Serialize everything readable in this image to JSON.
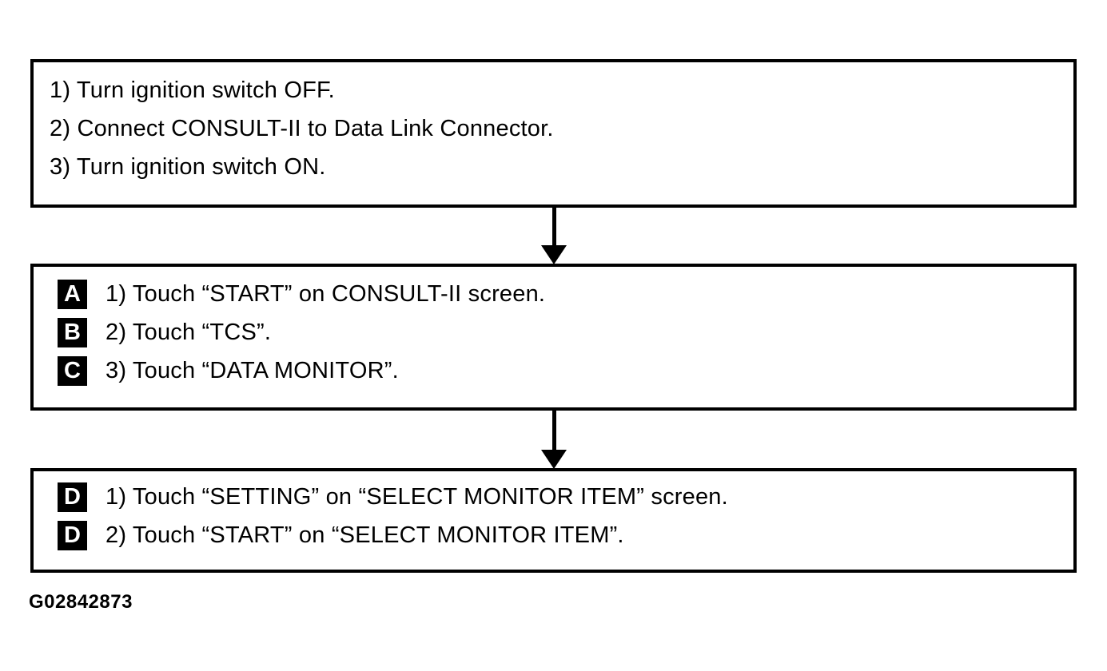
{
  "caption": "G02842873",
  "colors": {
    "ink": "#000000",
    "background": "#ffffff",
    "badge_background": "#000000",
    "badge_text": "#ffffff"
  },
  "boxes": [
    {
      "steps": [
        {
          "text": "1) Turn ignition switch OFF."
        },
        {
          "text": "2) Connect CONSULT-II to Data Link Connector."
        },
        {
          "text": "3) Turn ignition switch ON."
        }
      ]
    },
    {
      "steps": [
        {
          "label": "A",
          "text": "1) Touch “START” on CONSULT-II screen."
        },
        {
          "label": "B",
          "text": "2) Touch “TCS”."
        },
        {
          "label": "C",
          "text": "3) Touch “DATA MONITOR”."
        }
      ]
    },
    {
      "steps": [
        {
          "label": "D",
          "text": "1) Touch “SETTING” on “SELECT MONITOR ITEM” screen."
        },
        {
          "label": "D",
          "text": "2) Touch “START” on “SELECT MONITOR ITEM”."
        }
      ]
    }
  ]
}
